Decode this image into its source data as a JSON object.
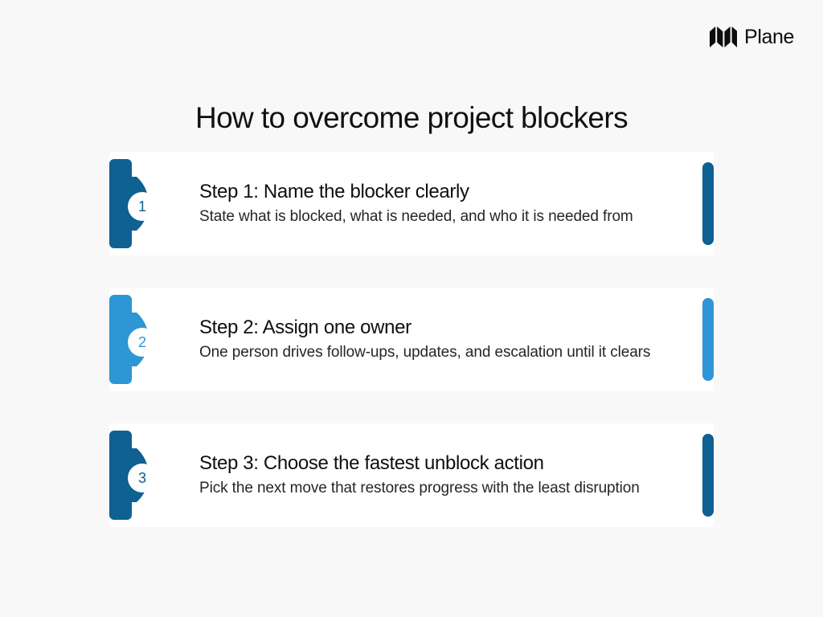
{
  "brand": {
    "name": "Plane",
    "mark_icon": "plane-logo-icon"
  },
  "page": {
    "title": "How to overcome project blockers",
    "background_color": "#F8F8F8",
    "card_color": "#FFFFFF"
  },
  "colors": {
    "dark_blue": "#0E6191",
    "light_blue": "#2E96D4",
    "title_text": "#111111",
    "body_text": "#262626"
  },
  "steps": [
    {
      "number": "1",
      "heading": "Step 1: Name the blocker clearly",
      "description": "State what is blocked, what is needed, and who it is needed from",
      "accent_color": "#0E6191"
    },
    {
      "number": "2",
      "heading": "Step 2: Assign one owner",
      "description": "One person drives follow-ups, updates, and escalation until it clears",
      "accent_color": "#2E96D4"
    },
    {
      "number": "3",
      "heading": "Step 3: Choose the fastest unblock action",
      "description": "Pick the next move that restores progress with the least disruption",
      "accent_color": "#0E6191"
    }
  ]
}
